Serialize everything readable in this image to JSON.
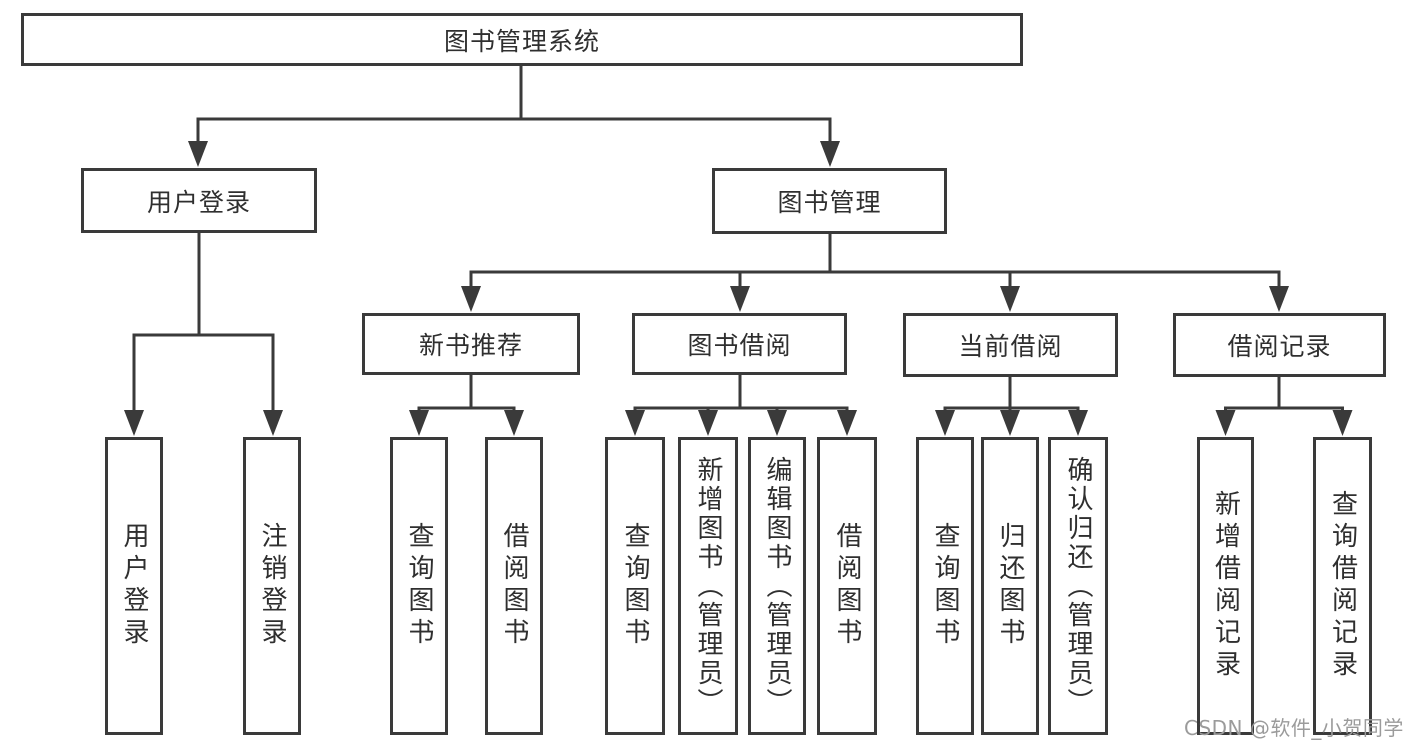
{
  "diagram": {
    "type": "tree",
    "title": "图书管理系统",
    "nodes": {
      "root": "图书管理系统",
      "user_login": "用户登录",
      "book_mgmt": "图书管理",
      "new_book_rec": "新书推荐",
      "book_borrowing": "图书借阅",
      "current_borrowing": "当前借阅",
      "borrowing_records": "借阅记录",
      "leaf_user_login": "用户登录",
      "leaf_logout": "注销登录",
      "leaf_nbr_query": "查询图书",
      "leaf_nbr_borrow": "借阅图书",
      "leaf_bb_query": "查询图书",
      "leaf_bb_add": "新增图书（管理员）",
      "leaf_bb_edit": "编辑图书（管理员）",
      "leaf_bb_borrow": "借阅图书",
      "leaf_cb_query": "查询图书",
      "leaf_cb_return": "归还图书",
      "leaf_cb_confirm": "确认归还（管理员）",
      "leaf_br_add": "新增借阅记录",
      "leaf_br_query": "查询借阅记录"
    },
    "hierarchy": {
      "图书管理系统": [
        "用户登录",
        "图书管理"
      ],
      "用户登录": [
        "用户登录",
        "注销登录"
      ],
      "图书管理": [
        "新书推荐",
        "图书借阅",
        "当前借阅",
        "借阅记录"
      ],
      "新书推荐": [
        "查询图书",
        "借阅图书"
      ],
      "图书借阅": [
        "查询图书",
        "新增图书（管理员）",
        "编辑图书（管理员）",
        "借阅图书"
      ],
      "当前借阅": [
        "查询图书",
        "归还图书",
        "确认归还（管理员）"
      ],
      "借阅记录": [
        "新增借阅记录",
        "查询借阅记录"
      ]
    },
    "colors": {
      "line": "#3a3a3a",
      "box_border": "#3a3a3a",
      "text": "#2f2f2f",
      "background": "#ffffff"
    }
  },
  "watermark": {
    "text": "CSDN @软件_小贺同学",
    "color": "#9b9b9b"
  }
}
